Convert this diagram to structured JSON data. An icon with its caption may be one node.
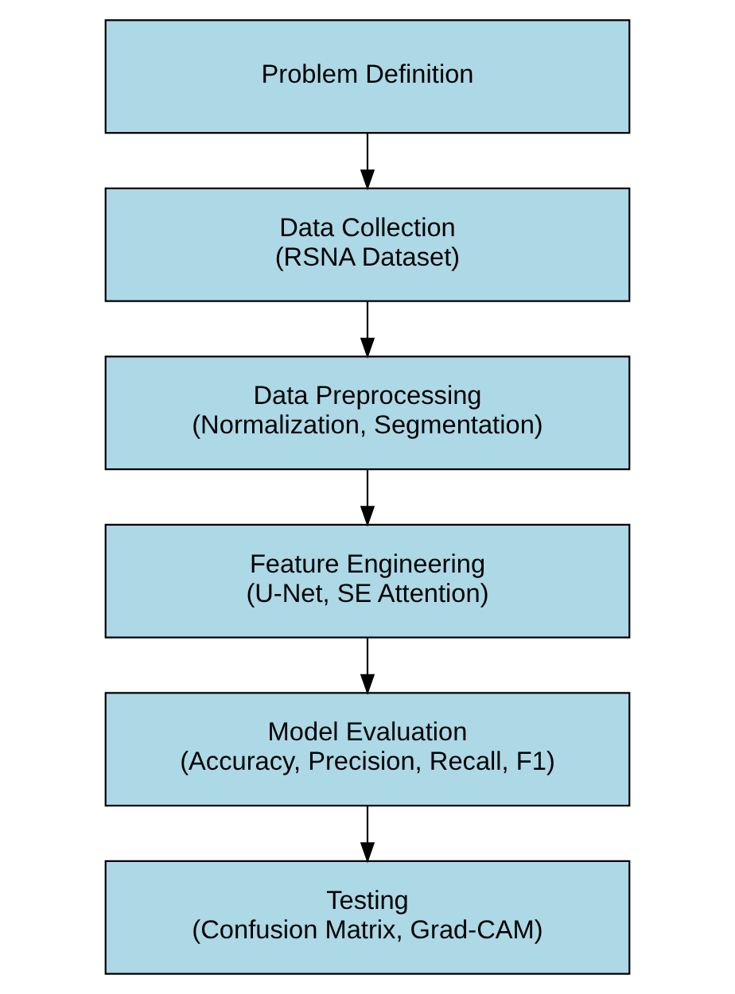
{
  "diagram": {
    "nodes": [
      {
        "text": [
          "Problem Definition"
        ]
      },
      {
        "text": [
          "Data Collection",
          "(RSNA Dataset)"
        ]
      },
      {
        "text": [
          "Data Preprocessing",
          "(Normalization, Segmentation)"
        ]
      },
      {
        "text": [
          "Feature Engineering",
          "(U-Net, SE Attention)"
        ]
      },
      {
        "text": [
          "Model Evaluation",
          "(Accuracy, Precision, Recall, F1)"
        ]
      },
      {
        "text": [
          "Testing",
          "(Confusion Matrix, Grad-CAM)"
        ]
      }
    ],
    "edges": [
      {
        "from": 0,
        "to": 1,
        "arrow": "to"
      },
      {
        "from": 1,
        "to": 2,
        "arrow": "to"
      },
      {
        "from": 2,
        "to": 3,
        "arrow": "to"
      },
      {
        "from": 3,
        "to": 4,
        "arrow": "to"
      },
      {
        "from": 4,
        "to": 5,
        "arrow": "to"
      }
    ]
  }
}
